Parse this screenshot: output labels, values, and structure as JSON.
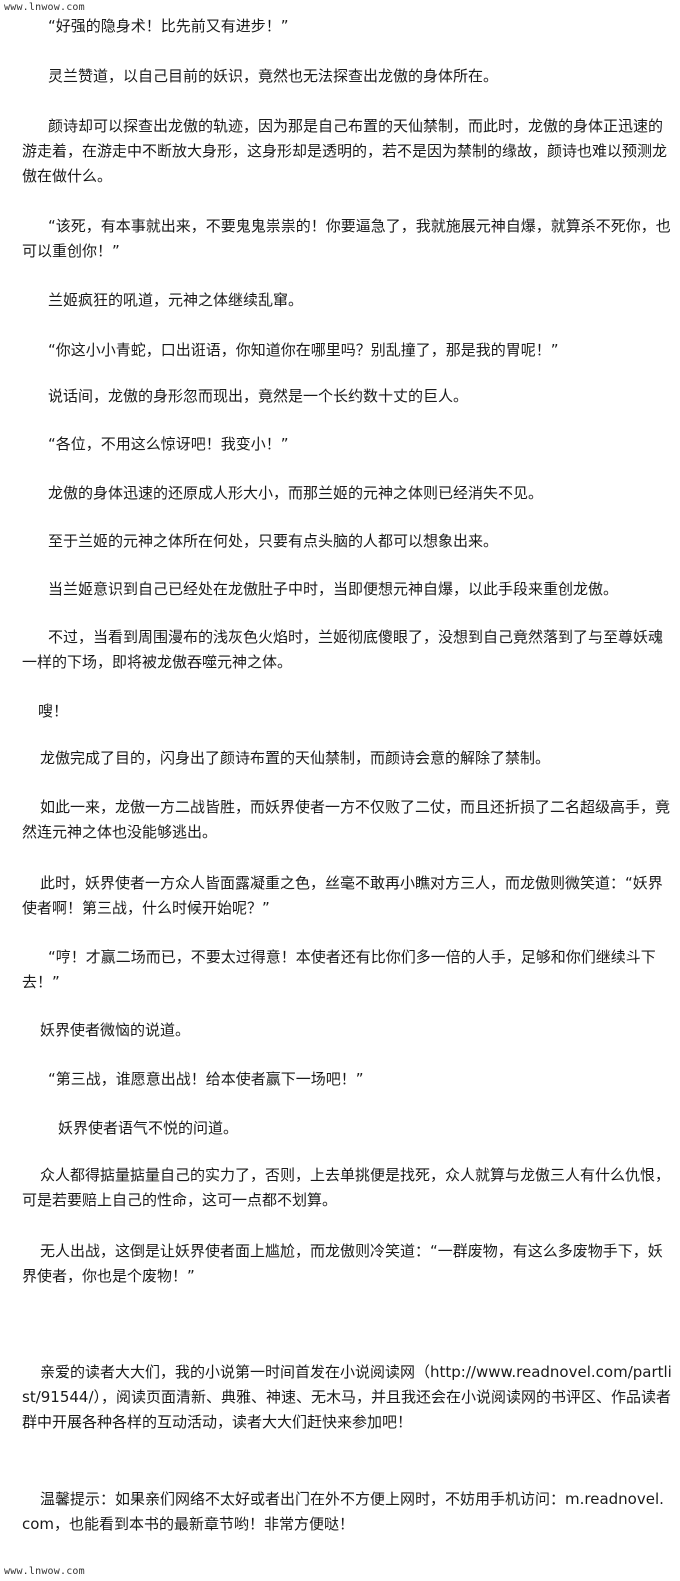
{
  "watermark": {
    "top": "www.lnwow.com",
    "bottom": "www.lnwow.com"
  },
  "paragraphs": [
    "“好强的隐身术！比先前又有进步！”",
    "灵兰赞道，以自己目前的妖识，竟然也无法探查出龙傲的身体所在。",
    "颜诗却可以探查出龙傲的轨迹，因为那是自己布置的天仙禁制，而此时，龙傲的身体正迅速的游走着，在游走中不断放大身形，这身形却是透明的，若不是因为禁制的缘故，颜诗也难以预测龙傲在做什么。",
    "“该死，有本事就出来，不要鬼鬼祟祟的！你要逼急了，我就施展元神自爆，就算杀不死你，也可以重创你！”",
    "兰姬疯狂的吼道，元神之体继续乱窜。",
    "“你这小小青蛇，口出诳语，你知道你在哪里吗？别乱撞了，那是我的胃呢！”",
    "说话间，龙傲的身形忽而现出，竟然是一个长约数十丈的巨人。",
    "“各位，不用这么惊讶吧！我变小！”",
    "龙傲的身体迅速的还原成人形大小，而那兰姬的元神之体则已经消失不见。",
    "至于兰姬的元神之体所在何处，只要有点头脑的人都可以想象出来。",
    "当兰姬意识到自己已经处在龙傲肚子中时，当即便想元神自爆，以此手段来重创龙傲。",
    "不过，当看到周围漫布的浅灰色火焰时，兰姬彻底傻眼了，没想到自己竟然落到了与至尊妖魂一样的下场，即将被龙傲吞噬元神之体。",
    "嗖！",
    "龙傲完成了目的，闪身出了颜诗布置的天仙禁制，而颜诗会意的解除了禁制。",
    "如此一来，龙傲一方二战皆胜，而妖界使者一方不仅败了二仗，而且还折损了二名超级高手，竟然连元神之体也没能够逃出。",
    "此时，妖界使者一方众人皆面露凝重之色，丝毫不敢再小瞧对方三人，而龙傲则微笑道：“妖界使者啊！第三战，什么时候开始呢？”",
    "“哼！才赢二场而已，不要太过得意！本使者还有比你们多一倍的人手，足够和你们继续斗下去！”",
    "妖界使者微恼的说道。",
    "“第三战，谁愿意出战！给本使者赢下一场吧！”",
    "妖界使者语气不悦的问道。",
    "众人都得掂量掂量自己的实力了，否则，上去单挑便是找死，众人就算与龙傲三人有什么仇恨，可是若要赔上自己的性命，这可一点都不划算。",
    "无人出战，这倒是让妖界使者面上尴尬，而龙傲则冷笑道：“一群废物，有这么多废物手下，妖界使者，你也是个废物！”",
    "亲爱的读者大大们，我的小说第一时间首发在小说阅读网（http://www.readnovel.com/partlist/91544/），阅读页面清新、典雅、神速、无木马，并且我还会在小说阅读网的书评区、作品读者群中开展各种各样的互动活动，读者大大们赶快来参加吧！",
    "温馨提示：如果亲们网络不太好或者出门在外不方便上网时，不妨用手机访问：m.readnovel.com，也能看到本书的最新章节哟！非常方便哒！"
  ]
}
